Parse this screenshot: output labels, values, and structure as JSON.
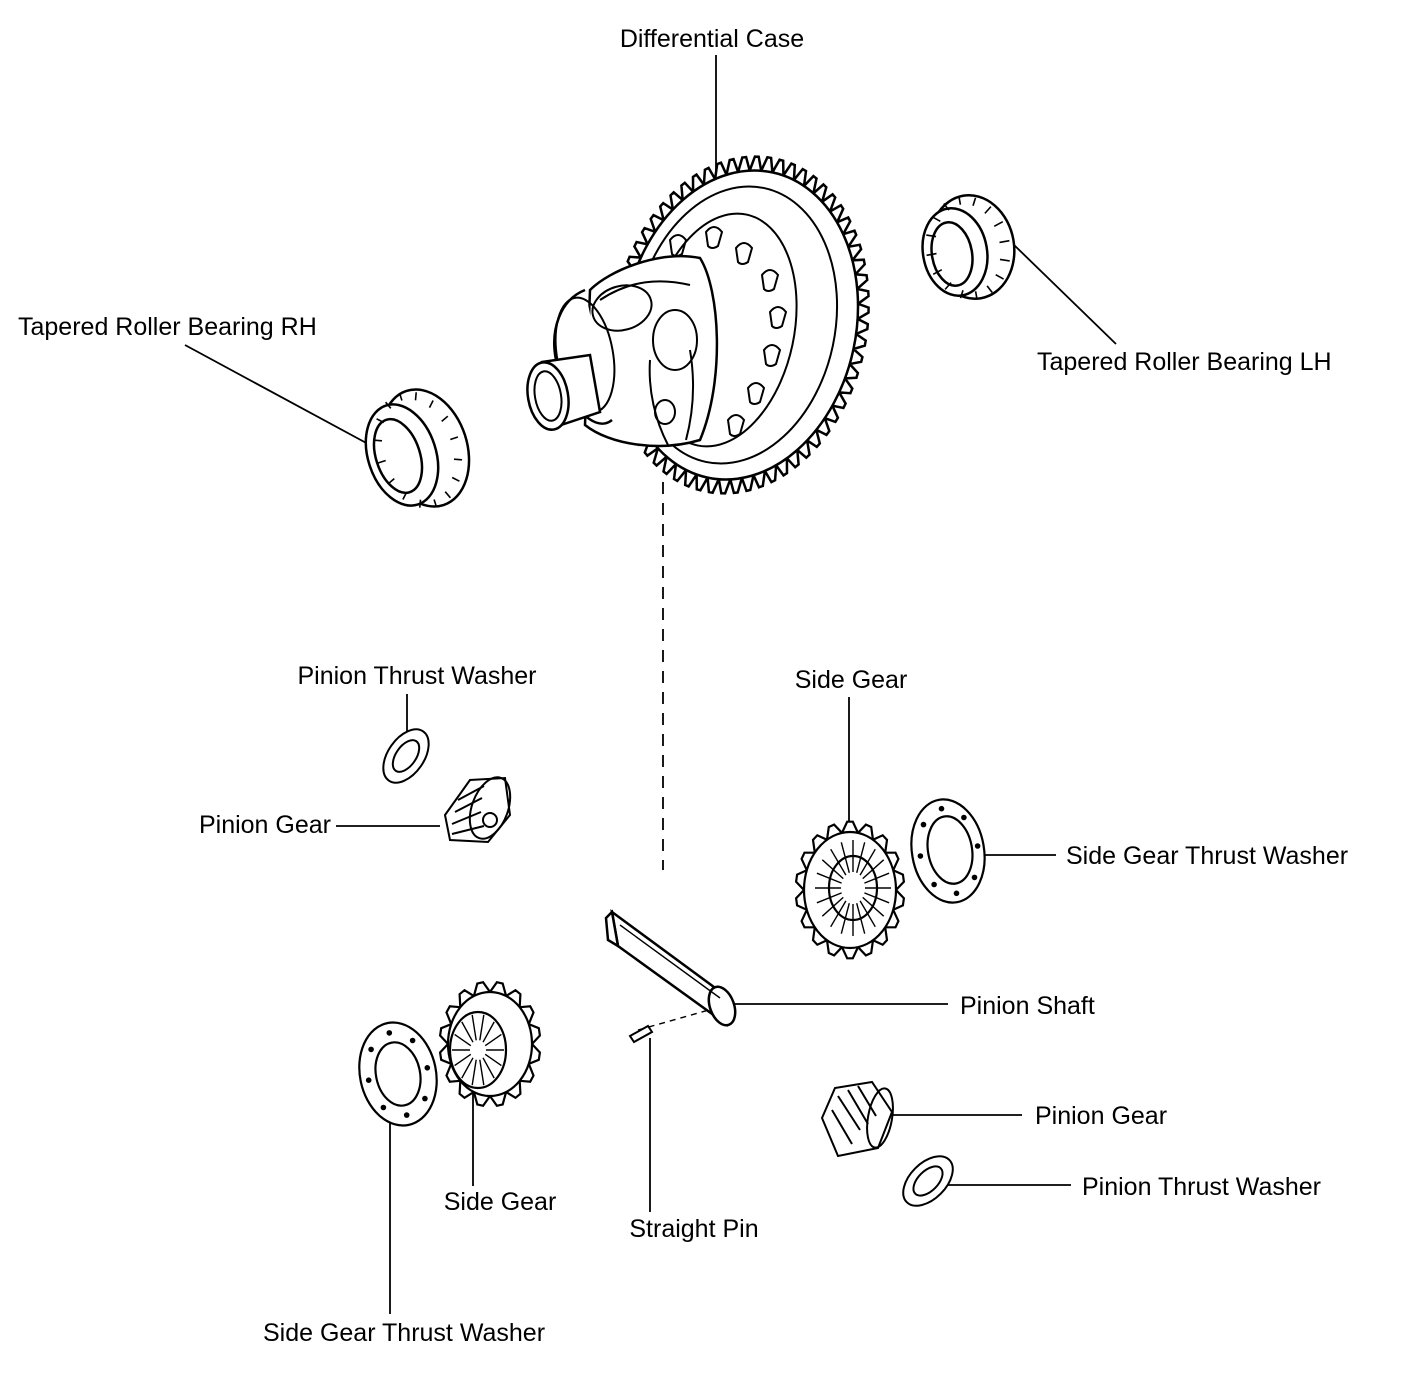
{
  "diagram": {
    "labels": {
      "differential_case": "Differential Case",
      "bearing_rh": "Tapered Roller Bearing RH",
      "bearing_lh": "Tapered Roller Bearing LH",
      "pinion_thrust_washer_upper": "Pinion Thrust Washer",
      "pinion_gear_upper": "Pinion Gear",
      "side_gear_right": "Side Gear",
      "side_gear_thrust_washer_right": "Side Gear Thrust Washer",
      "pinion_shaft": "Pinion Shaft",
      "pinion_gear_lower": "Pinion Gear",
      "pinion_thrust_washer_lower": "Pinion Thrust Washer",
      "straight_pin": "Straight Pin",
      "side_gear_left": "Side Gear",
      "side_gear_thrust_washer_left": "Side Gear Thrust Washer"
    },
    "colors": {
      "ink": "#000000",
      "paper": "#ffffff"
    }
  }
}
